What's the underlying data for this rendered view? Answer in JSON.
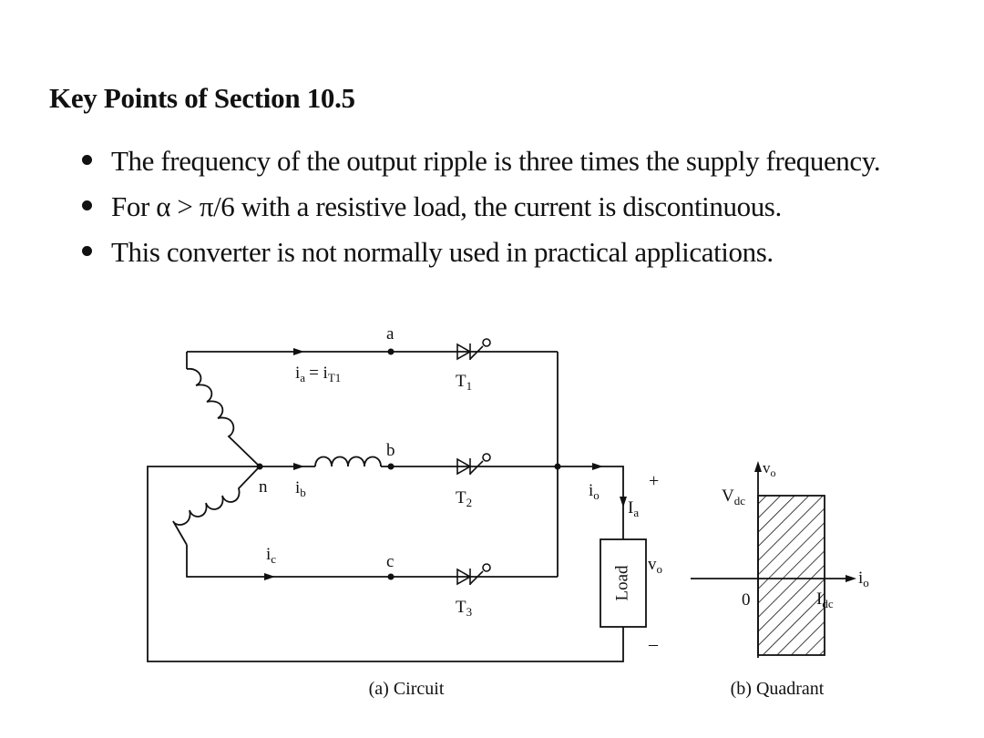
{
  "heading": "Key Points of Section 10.5",
  "bullets": [
    "The frequency of the output ripple is three times the supply frequency.",
    "For α > π/6 with a resistive load, the current is discontinuous.",
    "This converter is not normally used in practical applications."
  ],
  "circuit": {
    "node_a": "a",
    "node_b": "b",
    "node_c": "c",
    "node_n": "n",
    "current_a_main": "i",
    "current_a_sub": "a",
    "current_a_eq": "= i",
    "current_a_eq_sub": "T1",
    "current_b_main": "i",
    "current_b_sub": "b",
    "current_c_main": "i",
    "current_c_sub": "c",
    "thyristor_1_main": "T",
    "thyristor_1_sub": "1",
    "thyristor_2_main": "T",
    "thyristor_2_sub": "2",
    "thyristor_3_main": "T",
    "thyristor_3_sub": "3",
    "io_main": "i",
    "io_sub": "o",
    "ia_main": "I",
    "ia_sub": "a",
    "vo_main": "v",
    "vo_sub": "o",
    "plus": "+",
    "minus": "–",
    "load": "Load",
    "caption": "(a) Circuit"
  },
  "quadrant": {
    "vo_axis_main": "v",
    "vo_axis_sub": "o",
    "io_axis_main": "i",
    "io_axis_sub": "o",
    "vdc_main": "V",
    "vdc_sub": "dc",
    "idc_main": "I",
    "idc_sub": "dc",
    "origin": "0",
    "caption": "(b) Quadrant"
  }
}
